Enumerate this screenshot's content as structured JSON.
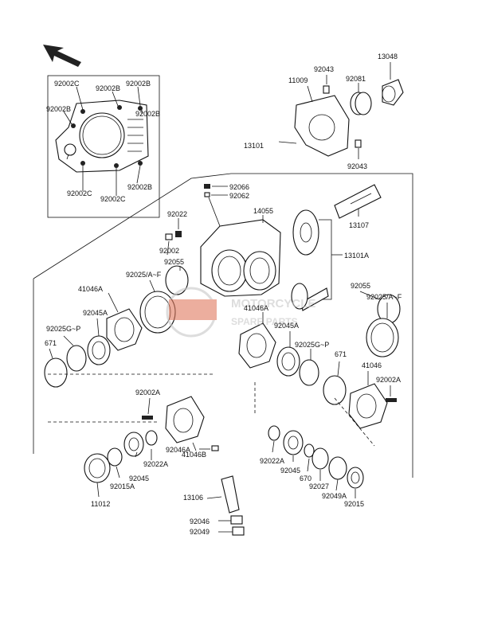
{
  "watermark": {
    "line1": "MOTORCYCLE",
    "line2": "SPARE PARTS",
    "accent": "#e07a5f"
  },
  "labels": {
    "92002C_tl": "92002C",
    "92002B_t1": "92002B",
    "92002B_t2": "92002B",
    "92002B_l": "92002B",
    "92002B_r": "92002B",
    "92002C_bl": "92002C",
    "92002C_bm": "92002C",
    "92043_t": "92043",
    "13048": "13048",
    "11009": "11009",
    "92081": "92081",
    "92043_b": "92043",
    "13101": "13101",
    "92066": "92066",
    "92062": "92062",
    "92022_t": "92022",
    "14055": "14055",
    "13107": "13107",
    "92002": "92002",
    "92055_l": "92055",
    "13101A": "13101A",
    "92025AF_l": "92025/A~F",
    "41046A_l": "41046A",
    "92045A_l": "92045A",
    "92025GP_l": "92025G~P",
    "671_l": "671",
    "41046A_m": "41046A",
    "92055_r": "92055",
    "92025AF_r": "92025/A~F",
    "92045A_m": "92045A",
    "92025GP_m": "92025G~P",
    "671_m": "671",
    "41046": "41046",
    "92002A_r": "92002A",
    "92002A_l": "92002A",
    "41046B": "41046B",
    "92022A_l": "92022A",
    "92045_l": "92045",
    "92015A": "92015A",
    "11012": "11012",
    "92046A": "92046A",
    "92022A_r": "92022A",
    "92045_r": "92045",
    "670": "670",
    "92027": "92027",
    "92049A": "92049A",
    "92015": "92015",
    "13106": "13106",
    "92046": "92046",
    "92049": "92049"
  }
}
